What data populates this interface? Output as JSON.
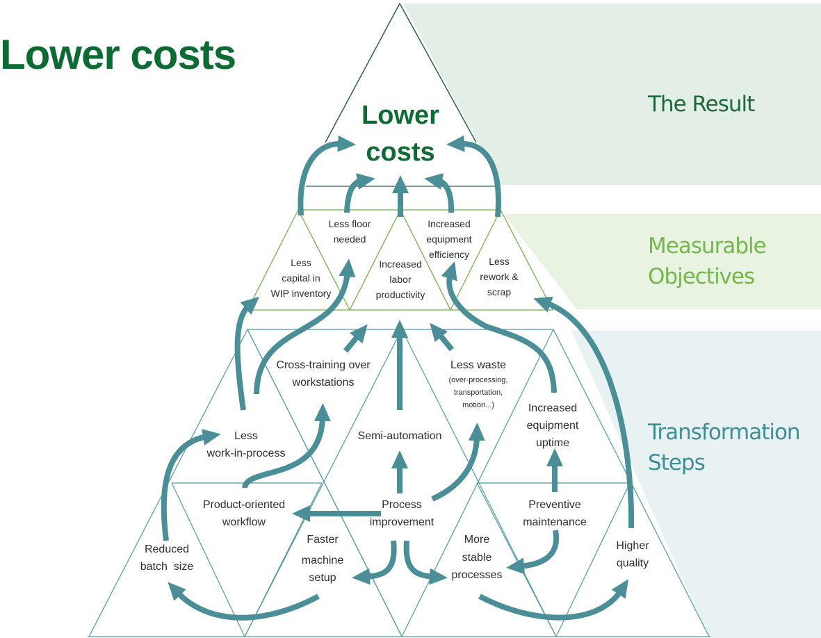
{
  "header": {
    "title": "Lower costs"
  },
  "bands": {
    "result": "The Result",
    "objectives_line1": "Measurable",
    "objectives_line2": "Objectives",
    "steps_line1": "Transformation",
    "steps_line2": "Steps"
  },
  "colors": {
    "title_green": "#0b6b32",
    "result_band": "#e3eee7",
    "objectives_band": "#e9f3e1",
    "steps_band": "#e9f2f3",
    "arrow_teal": "#4a8f97",
    "objective_outline": "#72b24a",
    "steps_outline": "#4f9aa0"
  },
  "nodes": {
    "apex": {
      "line1": "Lower",
      "line2": "costs"
    },
    "less_capital": {
      "line1": "Less",
      "line2": "capital in",
      "line3": "WIP inventory"
    },
    "less_floor": {
      "line1": "Less floor",
      "line2": "needed"
    },
    "labor_productivity": {
      "line1": "Increased",
      "line2": "labor",
      "line3": "productivity"
    },
    "equipment_efficiency": {
      "line1": "Increased",
      "line2": "equipment",
      "line3": "efficiency"
    },
    "less_rework": {
      "line1": "Less",
      "line2": "rework &",
      "line3": "scrap"
    },
    "cross_training": {
      "line1": "Cross-training over",
      "line2": "workstations"
    },
    "less_waste": {
      "line1": "Less waste",
      "line2": "(over-processing,",
      "line3": "transportation,",
      "line4": "motion...)"
    },
    "less_wip": {
      "line1": "Less",
      "line2": "work-in-process"
    },
    "semi_automation": {
      "line1": "Semi-automation"
    },
    "equipment_uptime": {
      "line1": "Increased",
      "line2": "equipment",
      "line3": "uptime"
    },
    "product_workflow": {
      "line1": "Product-oriented",
      "line2": "workflow"
    },
    "process_improvement": {
      "line1": "Process",
      "line2": "improvement"
    },
    "preventive_maintenance": {
      "line1": "Preventive",
      "line2": "maintenance"
    },
    "reduced_batch": {
      "line1": "Reduced",
      "line2": "batch  size"
    },
    "faster_setup": {
      "line1": "Faster",
      "line2": "machine",
      "line3": "setup"
    },
    "stable_processes": {
      "line1": "More",
      "line2": "stable",
      "line3": "processes"
    },
    "higher_quality": {
      "line1": "Higher",
      "line2": "quality"
    }
  }
}
